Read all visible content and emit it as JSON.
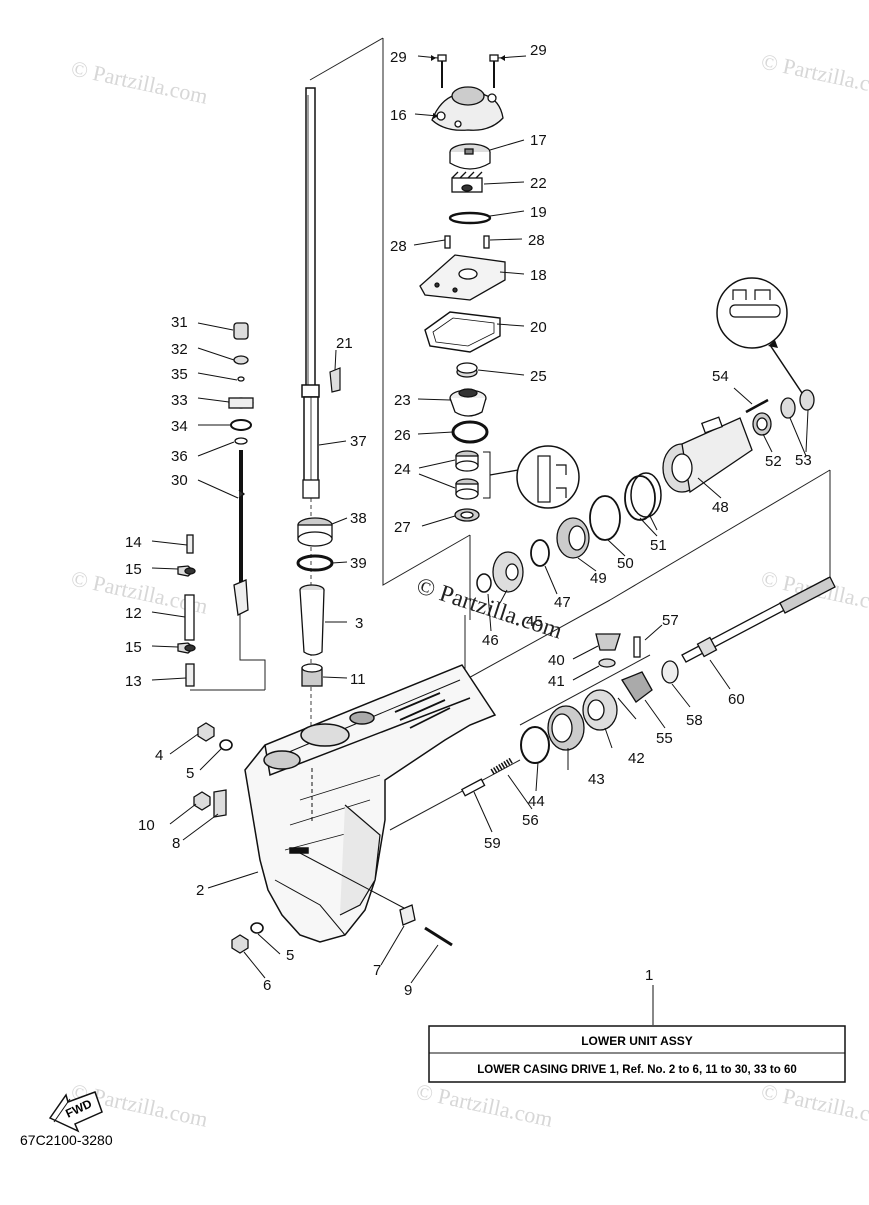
{
  "diagram": {
    "watermark": "© Partzilla.com",
    "center_watermark": "© Partzilla.com",
    "drawing_code": "67C2100-3280",
    "fwd_label": "FWD",
    "title_box": {
      "title": "LOWER UNIT ASSY",
      "description": "LOWER CASING DRIVE 1,  Ref. No. 2 to 6, 11 to 30, 33 to 60"
    },
    "callouts": [
      {
        "id": "c1",
        "label": "1"
      },
      {
        "id": "c2",
        "label": "2"
      },
      {
        "id": "c3",
        "label": "3"
      },
      {
        "id": "c4",
        "label": "4"
      },
      {
        "id": "c5a",
        "label": "5"
      },
      {
        "id": "c5b",
        "label": "5"
      },
      {
        "id": "c6",
        "label": "6"
      },
      {
        "id": "c7",
        "label": "7"
      },
      {
        "id": "c8",
        "label": "8"
      },
      {
        "id": "c9",
        "label": "9"
      },
      {
        "id": "c10",
        "label": "10"
      },
      {
        "id": "c11",
        "label": "11"
      },
      {
        "id": "c12",
        "label": "12"
      },
      {
        "id": "c13",
        "label": "13"
      },
      {
        "id": "c14",
        "label": "14"
      },
      {
        "id": "c15a",
        "label": "15"
      },
      {
        "id": "c15b",
        "label": "15"
      },
      {
        "id": "c16",
        "label": "16"
      },
      {
        "id": "c17",
        "label": "17"
      },
      {
        "id": "c18",
        "label": "18"
      },
      {
        "id": "c19",
        "label": "19"
      },
      {
        "id": "c20",
        "label": "20"
      },
      {
        "id": "c21",
        "label": "21"
      },
      {
        "id": "c22",
        "label": "22"
      },
      {
        "id": "c23",
        "label": "23"
      },
      {
        "id": "c24",
        "label": "24"
      },
      {
        "id": "c25",
        "label": "25"
      },
      {
        "id": "c26",
        "label": "26"
      },
      {
        "id": "c27",
        "label": "27"
      },
      {
        "id": "c28a",
        "label": "28"
      },
      {
        "id": "c28b",
        "label": "28"
      },
      {
        "id": "c29a",
        "label": "29"
      },
      {
        "id": "c29b",
        "label": "29"
      },
      {
        "id": "c30",
        "label": "30"
      },
      {
        "id": "c31",
        "label": "31"
      },
      {
        "id": "c32",
        "label": "32"
      },
      {
        "id": "c33",
        "label": "33"
      },
      {
        "id": "c34",
        "label": "34"
      },
      {
        "id": "c35",
        "label": "35"
      },
      {
        "id": "c36",
        "label": "36"
      },
      {
        "id": "c37",
        "label": "37"
      },
      {
        "id": "c38",
        "label": "38"
      },
      {
        "id": "c39",
        "label": "39"
      },
      {
        "id": "c40",
        "label": "40"
      },
      {
        "id": "c41",
        "label": "41"
      },
      {
        "id": "c42",
        "label": "42"
      },
      {
        "id": "c43",
        "label": "43"
      },
      {
        "id": "c44",
        "label": "44"
      },
      {
        "id": "c45",
        "label": "45"
      },
      {
        "id": "c46",
        "label": "46"
      },
      {
        "id": "c47",
        "label": "47"
      },
      {
        "id": "c48",
        "label": "48"
      },
      {
        "id": "c49",
        "label": "49"
      },
      {
        "id": "c50",
        "label": "50"
      },
      {
        "id": "c51",
        "label": "51"
      },
      {
        "id": "c52",
        "label": "52"
      },
      {
        "id": "c53",
        "label": "53"
      },
      {
        "id": "c54",
        "label": "54"
      },
      {
        "id": "c55",
        "label": "55"
      },
      {
        "id": "c56",
        "label": "56"
      },
      {
        "id": "c57",
        "label": "57"
      },
      {
        "id": "c58",
        "label": "58"
      },
      {
        "id": "c59",
        "label": "59"
      },
      {
        "id": "c60",
        "label": "60"
      }
    ]
  }
}
